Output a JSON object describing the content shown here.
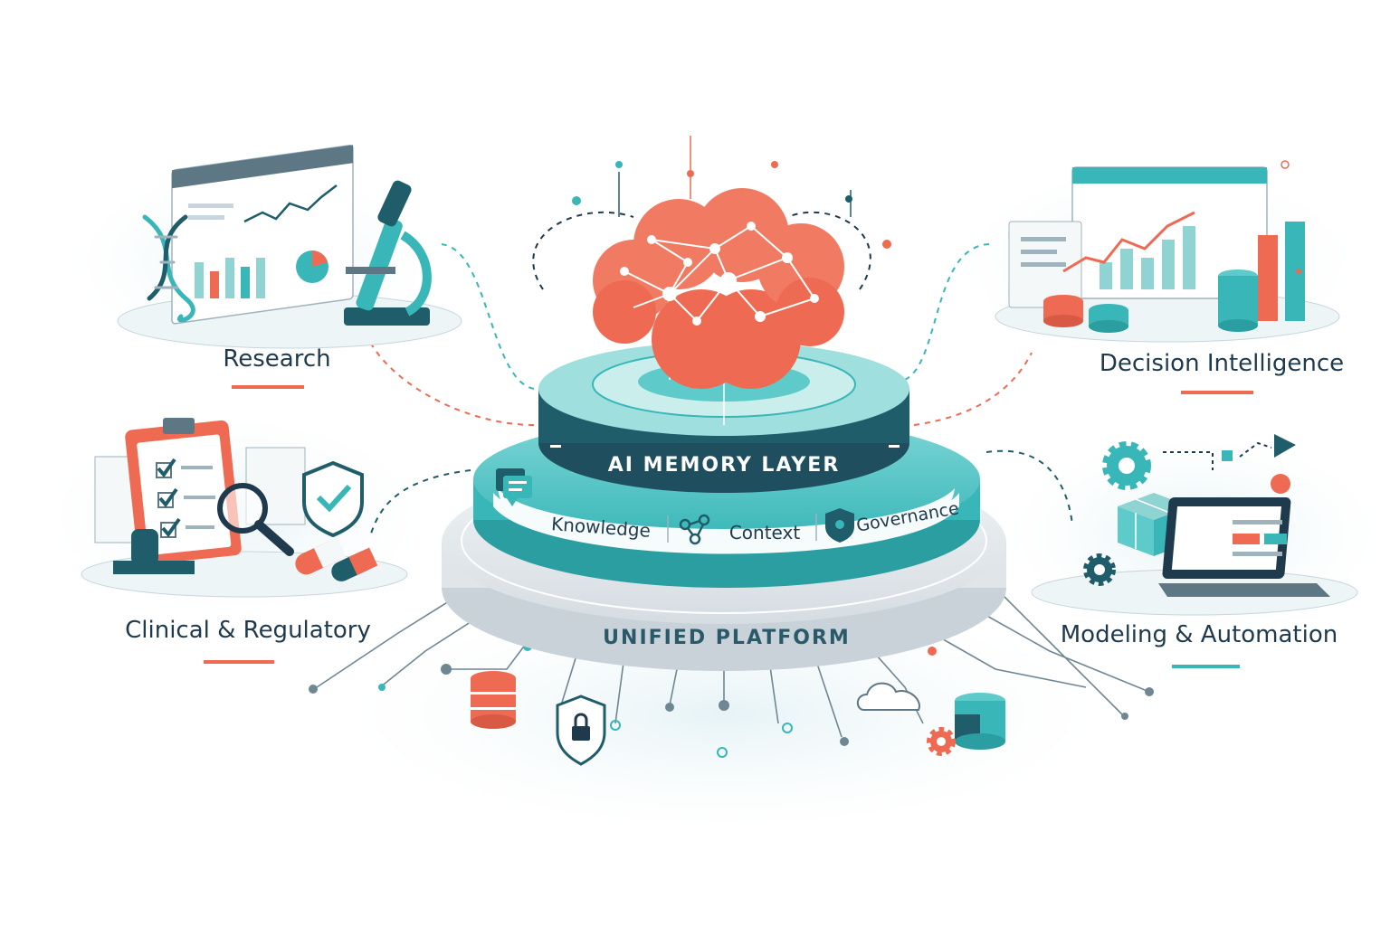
{
  "nodes": {
    "research": "Research",
    "decision": "Decision Intelligence",
    "clinical": "Clinical & Regulatory",
    "modeling": "Modeling & Automation"
  },
  "core": {
    "memory_layer": "AI MEMORY LAYER",
    "knowledge": "Knowledge",
    "context": "Context",
    "governance": "Governance",
    "platform": "UNIFIED PLATFORM"
  },
  "colors": {
    "teal": "#38b6b8",
    "teal_dark": "#1f5d6b",
    "coral": "#ef6a52",
    "navy": "#1f3a4d",
    "light": "#e8f4f6"
  },
  "icons": [
    "dna-icon",
    "microscope-icon",
    "dashboard-icon",
    "pie-chart-icon",
    "clipboard-icon",
    "magnifier-icon",
    "shield-check-icon",
    "pill-icon",
    "gear-icon",
    "cube-icon",
    "laptop-icon",
    "database-icon",
    "lock-shield-icon",
    "cloud-icon",
    "brain-icon",
    "chat-icon",
    "network-icon"
  ]
}
